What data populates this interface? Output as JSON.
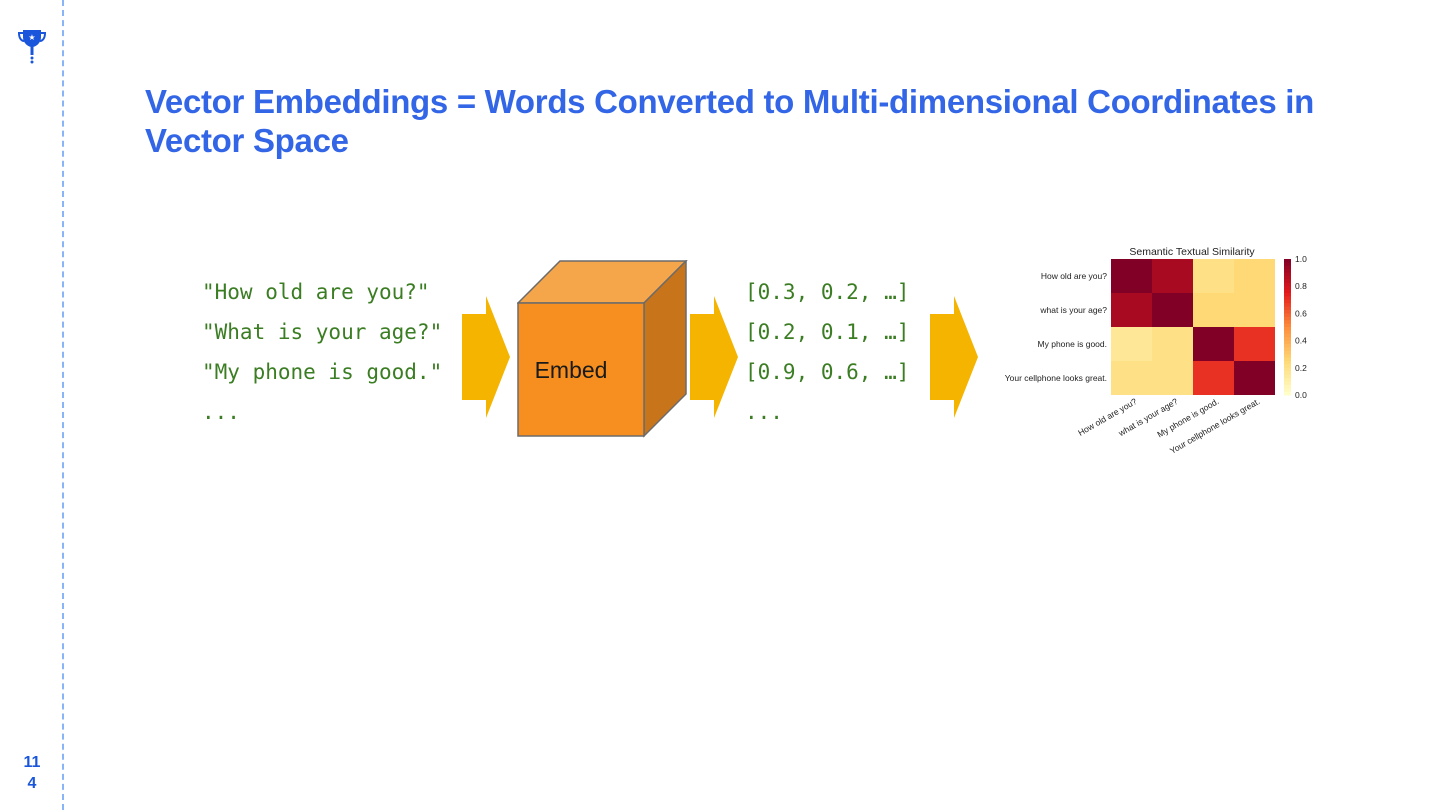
{
  "slide": {
    "title": "Vector Embeddings = Words Converted to Multi-dimensional Coordinates in Vector Space",
    "page_number": "11\n4"
  },
  "inputs": [
    "\"How old are you?\"",
    "\"What is your age?\"",
    "\"My phone is good.\"",
    "..."
  ],
  "embed_label": "Embed",
  "vectors": [
    "[0.3, 0.2, …]",
    "[0.2, 0.1, …]",
    "[0.9, 0.6, …]",
    "..."
  ],
  "colors": {
    "title": "#3366e6",
    "code_text": "#3b7d23",
    "arrow": "#f4b400",
    "cube_front": "#f68f1f",
    "cube_top": "#f5a54a",
    "cube_side": "#c8741b"
  },
  "chart_data": {
    "type": "heatmap",
    "title": "Semantic Textual Similarity",
    "row_labels": [
      "How old are you?",
      "what is your age?",
      "My phone is good.",
      "Your cellphone looks great."
    ],
    "col_labels": [
      "How old are you?",
      "what is your age?",
      "My phone is good.",
      "Your cellphone looks great."
    ],
    "values": [
      [
        1.0,
        0.9,
        0.2,
        0.25
      ],
      [
        0.9,
        1.0,
        0.25,
        0.25
      ],
      [
        0.15,
        0.2,
        1.0,
        0.7
      ],
      [
        0.2,
        0.2,
        0.7,
        1.0
      ]
    ],
    "colorbar_ticks": [
      "1.0",
      "0.8",
      "0.6",
      "0.4",
      "0.2",
      "0.0"
    ],
    "vmin": 0.0,
    "vmax": 1.0,
    "colormap": "YlOrRd"
  }
}
